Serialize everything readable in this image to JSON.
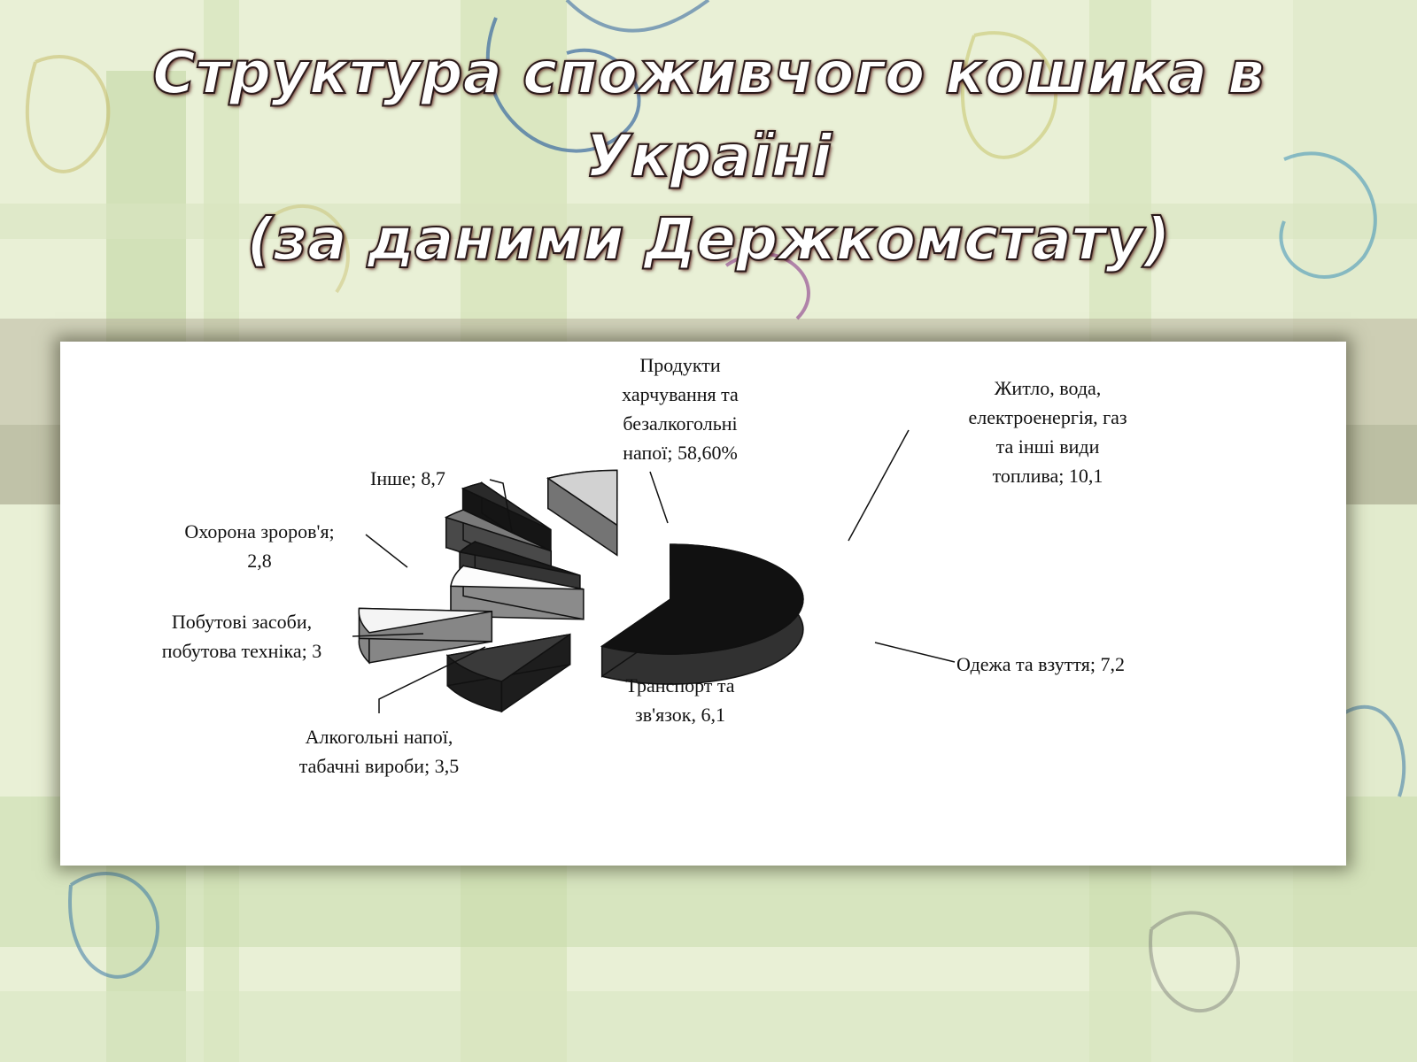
{
  "slide": {
    "title_lines": [
      "Структура споживчого кошика в",
      "Україні",
      "(за даними Держкомстату)"
    ]
  },
  "chart_data": {
    "type": "pie",
    "title": "",
    "slices": [
      {
        "label_lines": [
          "Продукти",
          "харчування та",
          "безалкогольні",
          "напої; 58,60%"
        ],
        "value": 58.6,
        "color": "#111111"
      },
      {
        "label_lines": [
          "Житло, вода,",
          "електроенергія, газ",
          "та інші види",
          "топлива; 10,1"
        ],
        "value": 10.1,
        "color": "#3a3a3a"
      },
      {
        "label_lines": [
          "Одежа та взуття; 7,2"
        ],
        "value": 7.2,
        "color": "#f4f4f4"
      },
      {
        "label_lines": [
          "Транспорт та",
          "зв'язок, 6,1"
        ],
        "value": 6.1,
        "color": "#fcfcfc"
      },
      {
        "label_lines": [
          "Алкогольні напої,",
          "табачні вироби; 3,5"
        ],
        "value": 3.5,
        "color": "#1a1a1a"
      },
      {
        "label_lines": [
          "Побутові засоби,",
          "побутова техніка; 3"
        ],
        "value": 3.0,
        "color": "#7a7a7a"
      },
      {
        "label_lines": [
          "Охорона зроров'я;",
          "2,8"
        ],
        "value": 2.8,
        "color": "#2a2a2a"
      },
      {
        "label_lines": [
          "Інше; 8,7"
        ],
        "value": 8.7,
        "color": "#d2d2d2"
      }
    ]
  }
}
